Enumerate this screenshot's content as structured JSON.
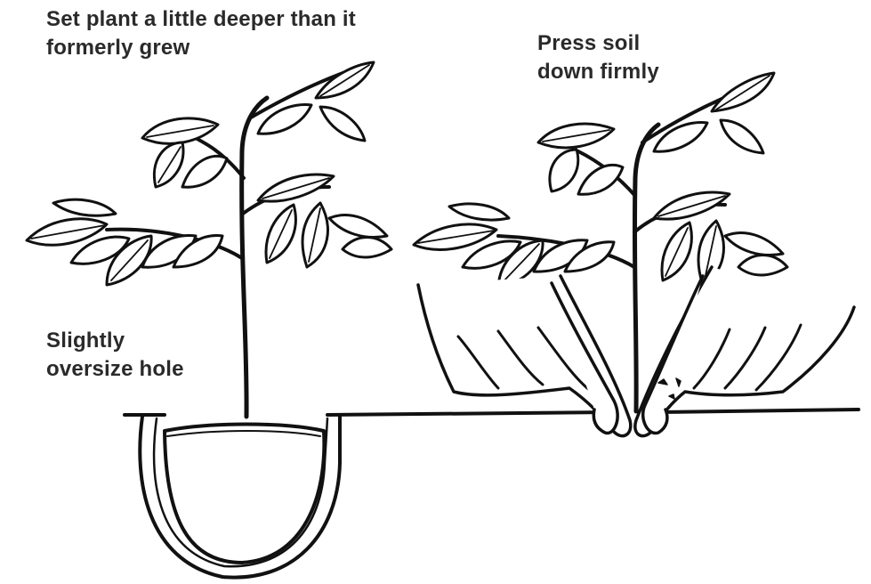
{
  "labels": {
    "deeper": {
      "line1": "Set plant a little deeper than it",
      "line2": "formerly grew"
    },
    "press": {
      "line1": "Press soil",
      "line2": "down firmly"
    },
    "hole": {
      "line1": "Slightly",
      "line2": "oversize hole"
    }
  },
  "colors": {
    "ink": "#111111",
    "text": "#2a2a2a",
    "background": "#ffffff"
  }
}
